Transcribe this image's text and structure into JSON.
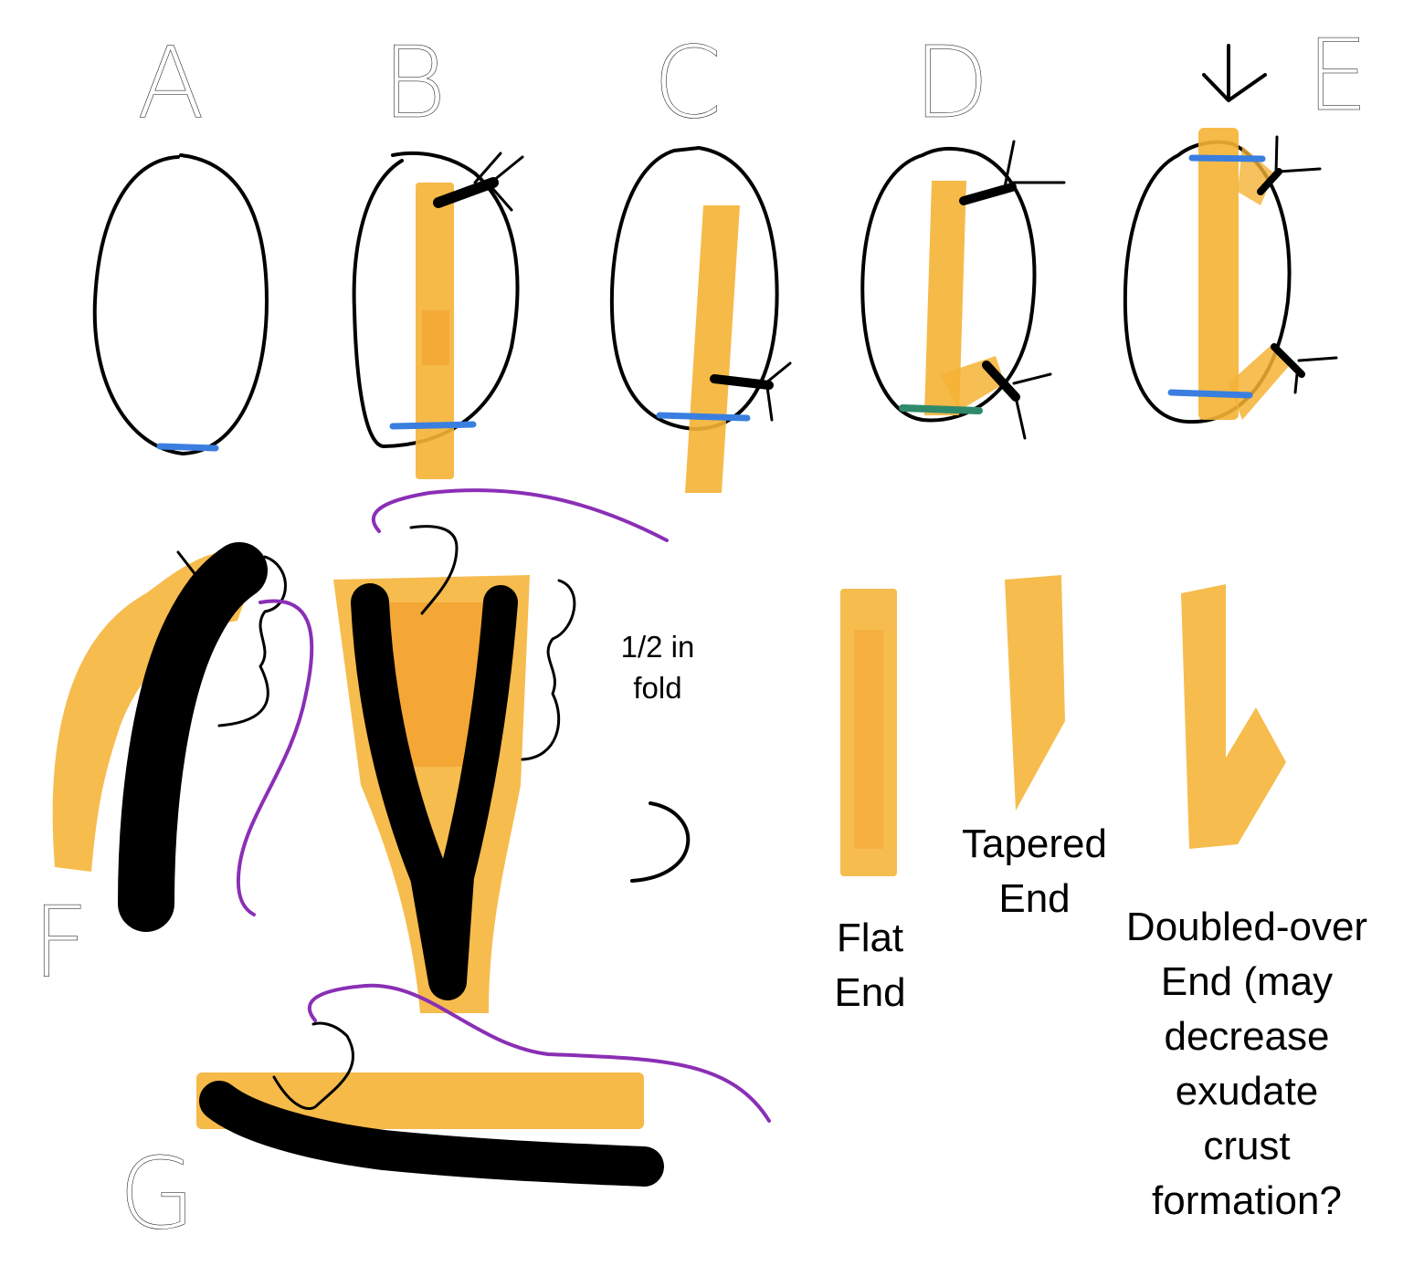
{
  "labels": {
    "a": "A",
    "b": "B",
    "c": "C",
    "d": "D",
    "e": "E",
    "f": "F",
    "g": "G"
  },
  "annotations": {
    "fold_line1": "1/2 in",
    "fold_line2": "fold",
    "flat_line1": "Flat",
    "flat_line2": "End",
    "tapered_line1": "Tapered",
    "tapered_line2": "End",
    "doubled_line1": "Doubled-over",
    "doubled_line2": "End (may",
    "doubled_line3": "decrease",
    "doubled_line4": "exudate",
    "doubled_line5": "crust",
    "doubled_line6": "formation?"
  },
  "colors": {
    "gauze": "#f5b335",
    "gauze_dark": "#f39a27",
    "outline": "#000000",
    "skin_mark": "#3a7fe0",
    "suture": "#8a2fb5",
    "background": "#ffffff"
  }
}
